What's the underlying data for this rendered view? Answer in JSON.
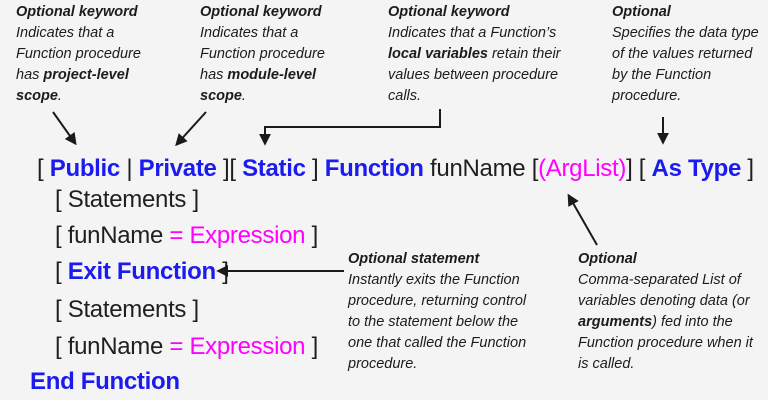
{
  "colors": {
    "keyword_blue": "#1b1bf0",
    "expression_magenta": "#ff00ff",
    "ink_black": "#1c1c1c",
    "background_gray": "#f4f4f5"
  },
  "notes": {
    "public_scope": {
      "header": "Optional keyword",
      "body_pre": "Indicates that a Function procedure has ",
      "body_bold": "project-level scope",
      "body_post": "."
    },
    "private_scope": {
      "header": "Optional keyword",
      "body_pre": "Indicates that a Function procedure has ",
      "body_bold": "module-level scope",
      "body_post": "."
    },
    "static_keyword": {
      "header": "Optional keyword",
      "body_pre": "Indicates that a Function’s ",
      "body_bold": "local variables",
      "body_post": " retain their values between procedure calls."
    },
    "as_type": {
      "header": "Optional",
      "body": "Specifies the data type of the values returned by the Function procedure."
    },
    "exit_statement": {
      "header": "Optional statement",
      "body": "Instantly exits the Function procedure, returning control to the statement below the one that called the Function procedure."
    },
    "arglist": {
      "header": "Optional",
      "body_pre": "Comma-separated List of variables denoting data (or ",
      "body_bold": "arguments",
      "body_post": ") fed into the Function procedure when it is called."
    }
  },
  "code": {
    "line1": {
      "br1": "[ ",
      "public": "Public",
      "pipe": " | ",
      "private": "Private",
      "br2": " ][ ",
      "static": "Static",
      "br3": " ] ",
      "function": "Function",
      "funname": " funName ",
      "br4": "[",
      "arglist": "(ArgList)",
      "br5": "] [ ",
      "astype": "As Type",
      "br6": " ]"
    },
    "line2": "[ Statements ]",
    "line3": {
      "pre": "[ funName ",
      "expr": "= Expression",
      "post": " ]"
    },
    "line4": {
      "pre": "[ ",
      "kw": "Exit Function",
      "post": " ]"
    },
    "line5": "[ Statements ]",
    "line6": {
      "pre": "[ funName ",
      "expr": "= Expression",
      "post": " ]"
    },
    "line7": "End Function"
  }
}
